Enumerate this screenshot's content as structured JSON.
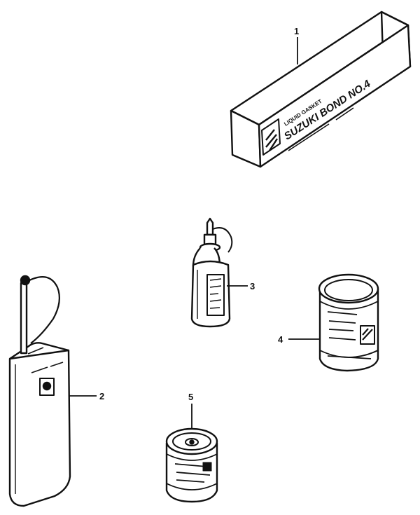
{
  "callouts": [
    {
      "number": "1",
      "part": "box"
    },
    {
      "number": "2",
      "part": "tall-can"
    },
    {
      "number": "3",
      "part": "bottle"
    },
    {
      "number": "4",
      "part": "medium-can"
    },
    {
      "number": "5",
      "part": "small-can"
    }
  ],
  "box": {
    "line1": "LIQUID GASKET",
    "line2": "SUZUKI BOND NO.4"
  },
  "colors": {
    "ink": "#111111",
    "paper": "#ffffff"
  }
}
